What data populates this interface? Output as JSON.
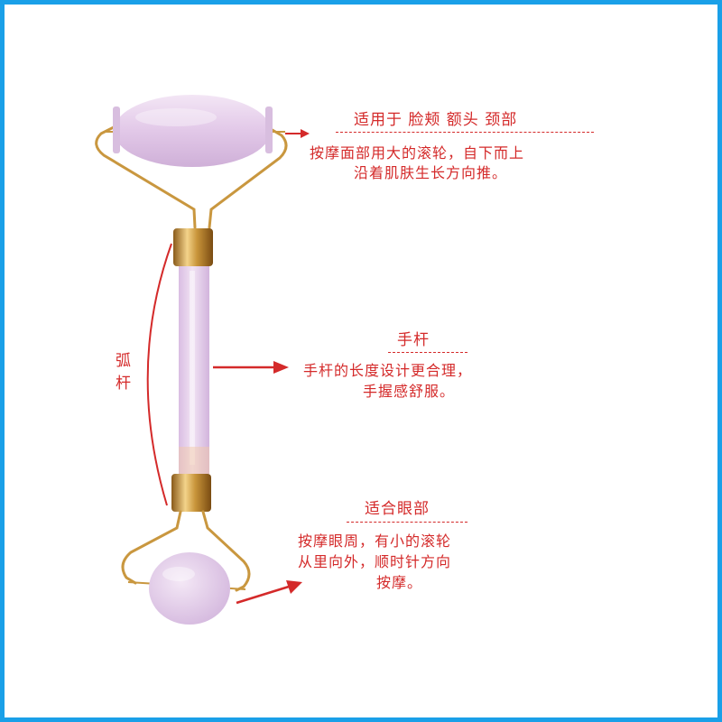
{
  "colors": {
    "border": "#1aa0e8",
    "text": "#d42a2a",
    "jade": "#e6cdea",
    "gold": "#c8943a"
  },
  "top_section": {
    "heading": "适用于 脸颊 额头 颈部",
    "line1": "按摩面部用大的滚轮，自下而上",
    "line2": "沿着肌肤生长方向推。"
  },
  "middle_section": {
    "heading": "手杆",
    "line1": "手杆的长度设计更合理，",
    "line2": "手握感舒服。"
  },
  "bottom_section": {
    "heading": "适合眼部",
    "line1": "按摩眼周，有小的滚轮",
    "line2": "从里向外，顺时针方向",
    "line3": "按摩。"
  },
  "arc_label": {
    "char1": "弧",
    "char2": "杆"
  }
}
